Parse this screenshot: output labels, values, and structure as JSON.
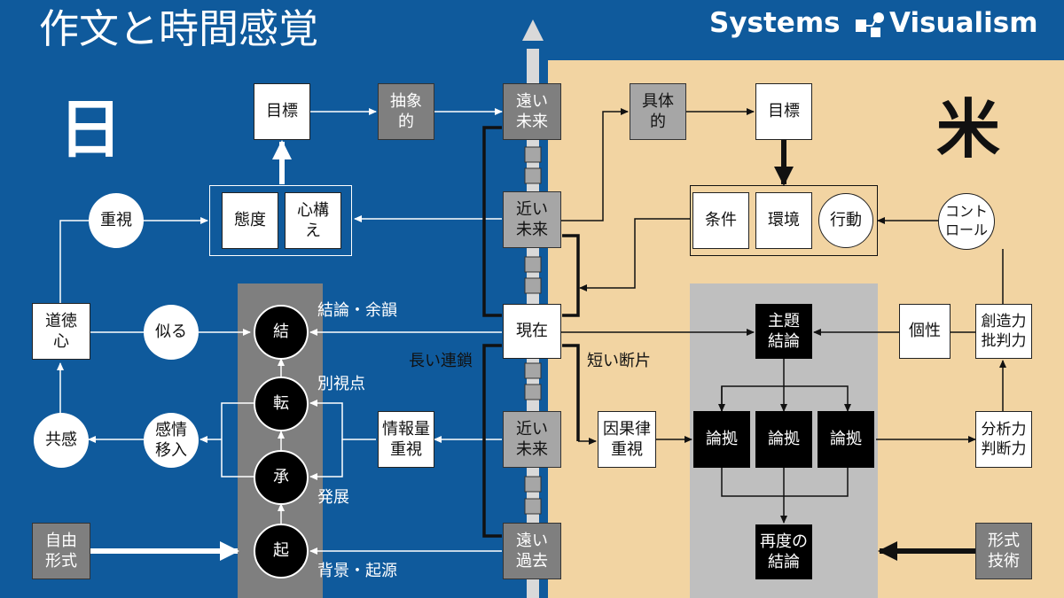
{
  "title": "作文と時間感覚",
  "brand": {
    "left": "Systems",
    "right": "Visualism",
    "icon": "flowchart-logo-icon"
  },
  "sides": {
    "japan": "日",
    "usa": "米"
  },
  "timeline": {
    "far_future": "遠い\n未来",
    "near_future_top": "近い\n未来",
    "present": "現在",
    "near_future_bottom": "近い\n未来",
    "far_past": "遠い\n過去",
    "long_chain": "長い連鎖",
    "short_fragment": "短い断片"
  },
  "japan": {
    "goal": "目標",
    "abstract": "抽象\n的",
    "emphasis": "重視",
    "attitude": "態度",
    "mindset": "心構\nえ",
    "morality": "道徳\n心",
    "resemble": "似る",
    "empathy": "共感",
    "emotional_involvement": "感情\n移入",
    "info_volume": "情報量\n重視",
    "free_form": "自由\n形式",
    "kishotenketsu": {
      "ketsu": "結",
      "ten": "転",
      "sho": "承",
      "ki": "起",
      "ketsu_label": "結論・余韻",
      "ten_label": "別視点",
      "sho_label": "発展",
      "ki_label": "背景・起源"
    }
  },
  "usa": {
    "concrete": "具体\n的",
    "goal": "目標",
    "condition": "条件",
    "environment": "環境",
    "action": "行動",
    "control": "コント\nロール",
    "main_conclusion": "主題\n結論",
    "individuality": "個性",
    "creativity": "創造力\n批判力",
    "causality": "因果律\n重視",
    "argument": "論拠",
    "analysis": "分析力\n判断力",
    "reconclusion": "再度の\n結論",
    "format_technique": "形式\n技術"
  },
  "colors": {
    "japan_bg": "#0f5a9c",
    "usa_bg": "#f2d4a2",
    "panel_gray": "#bfbfbf",
    "dark_panel": "#7f7f7f"
  }
}
